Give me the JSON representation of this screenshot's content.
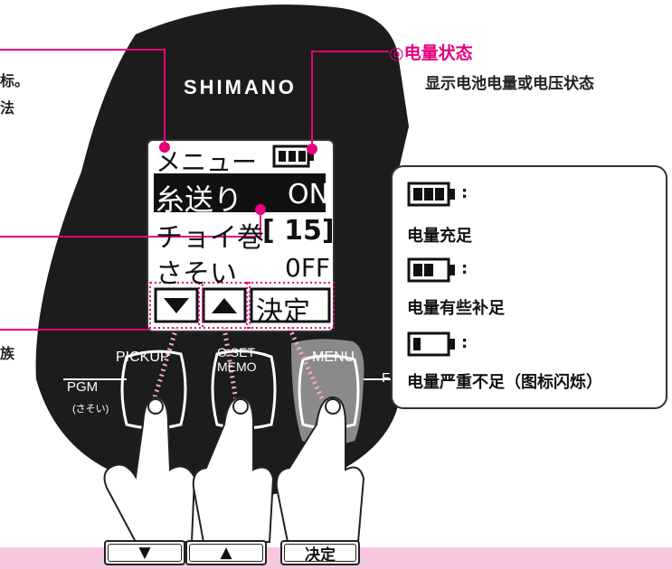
{
  "brand": "SHIMANO",
  "callout": {
    "title": "◎电量状态",
    "description": "显示电池电量或电压状态"
  },
  "left_fragments": {
    "line1": "标。",
    "line2": "法",
    "line3": "族"
  },
  "lcd": {
    "menu_title": "メニュー",
    "rows": [
      {
        "label": "糸送り",
        "value": "ON",
        "highlighted": true
      },
      {
        "label": "チョイ巻",
        "value": "[ 15]",
        "highlighted": false
      },
      {
        "label": "さそい",
        "value": "0FF",
        "highlighted": false
      }
    ],
    "soft_keys": {
      "down_icon": "triangle-down-icon",
      "up_icon": "triangle-up-icon",
      "confirm": "決定"
    }
  },
  "hardware_buttons": {
    "pickup": "PICKUP",
    "oset": "O SET",
    "memo": "MEMO",
    "menu": "MENU",
    "pgm": "PGM",
    "pgm_sub": "(さそい)",
    "right_cut": "F"
  },
  "legend": {
    "full_colon": ":",
    "full_label": "电量充足",
    "some_colon": ":",
    "some_label": "电量有些补足",
    "low_colon": ":",
    "low_label": "电量严重不足（图标闪烁）"
  },
  "bottom_buttons": {
    "down": "▼",
    "up": "▲",
    "confirm": "决定"
  },
  "colors": {
    "accent": "#e6007e",
    "device": "#1a1a1a",
    "bottom_band": "#f7c6df",
    "menu_button": "#8a8a8a"
  }
}
